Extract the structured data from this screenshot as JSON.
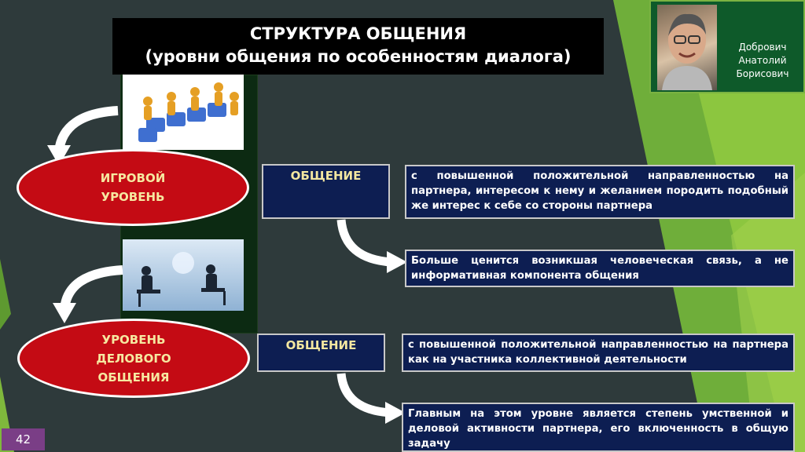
{
  "slide": {
    "title_line1": "СТРУКТУРА ОБЩЕНИЯ",
    "title_line2": "(уровни общения по особенностям диалога)",
    "number": "42"
  },
  "author": {
    "name": "Добрович\nАнатолий\nБорисович"
  },
  "levels": [
    {
      "name": "ИГРОВОЙ\nУРОВЕНЬ",
      "label": "ОБЩЕНИЕ",
      "description": "с повышенной положительной направленностью на партнера, интересом к нему и желанием породить подобный же интерес к себе со стороны партнера",
      "note": "Больше ценится возникшая человеческая связь, а не информативная компонента общения"
    },
    {
      "name": "УРОВЕНЬ\nДЕЛОВОГО\nОБЩЕНИЯ",
      "label": "ОБЩЕНИЕ",
      "description": "с повышенной положительной направленностью на партнера как на участника коллективной деятельности",
      "note": "Главным на этом уровне является степень умственной и деловой активности партнера, его включенность в общую задачу"
    }
  ],
  "colors": {
    "background": "#2e3a3b",
    "ellipse": "#c40b14",
    "box": "#0d1e52",
    "accent_green": "#8cc63f",
    "slide_number_bg": "#7a3e86"
  }
}
